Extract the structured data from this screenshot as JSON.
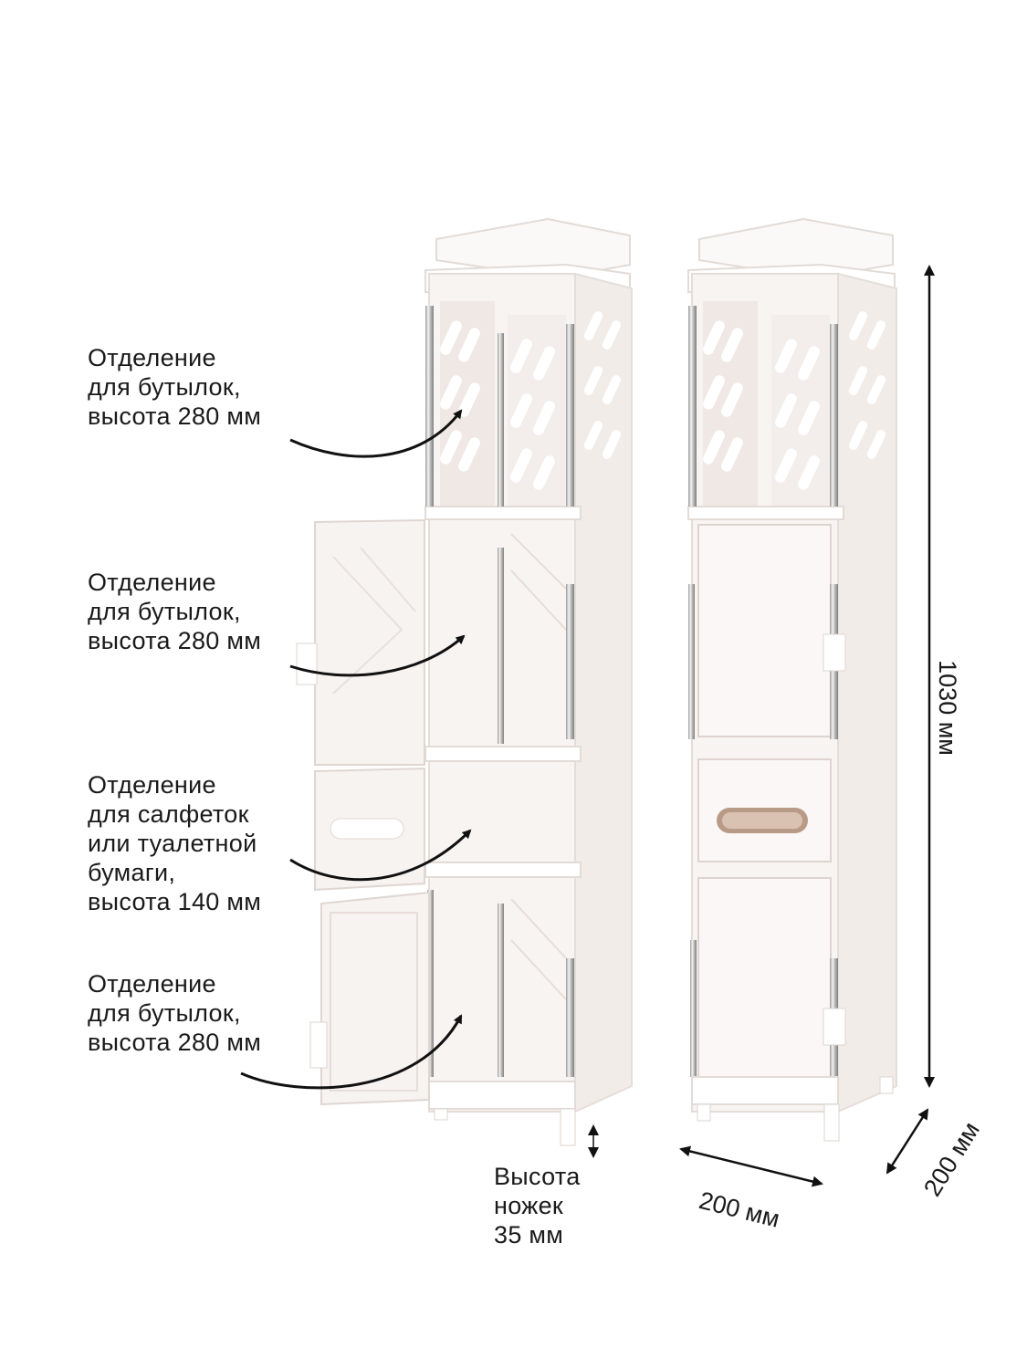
{
  "labels": [
    {
      "lines": [
        "Отделение",
        "для бутылок,",
        "высота 280 мм"
      ]
    },
    {
      "lines": [
        "Отделение",
        "для бутылок,",
        "высота 280 мм"
      ]
    },
    {
      "lines": [
        "Отделение",
        "для салфеток",
        "или туалетной",
        "бумаги,",
        "высота 140 мм"
      ]
    },
    {
      "lines": [
        "Отделение",
        "для бутылок,",
        "высота 280 мм"
      ]
    }
  ],
  "legs": {
    "lines": [
      "Высота",
      "ножек",
      "35 мм"
    ]
  },
  "dimensions": {
    "height": "1030 мм",
    "width": "200 мм",
    "depth": "200 мм"
  },
  "colors": {
    "panel": "#f6f2f0",
    "frame": "#ffffff",
    "edge": "#ddd5d0",
    "chrome": "#c9c9c9",
    "text": "#1a1a1a"
  }
}
